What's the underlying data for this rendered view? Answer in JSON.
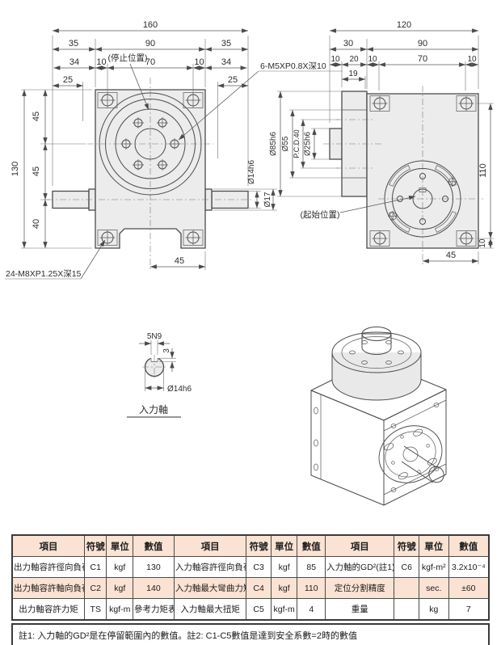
{
  "front_view": {
    "dims": {
      "d160": "160",
      "d35l": "35",
      "d90": "90",
      "d35r": "35",
      "d34l": "34",
      "d10l": "10",
      "d70": "70",
      "d10r": "10",
      "d34r": "34",
      "d25l": "25",
      "d25r": "25",
      "d130": "130",
      "d45a": "45",
      "d45b": "45",
      "d40": "40",
      "d45bot": "45",
      "dia14": "Ø14h6",
      "dia17": "Ø17"
    },
    "labels": {
      "stop": "(停止位置)",
      "tap6": "6-M5XP0.8X深10",
      "tap24": "24-M8XP1.25X深15"
    }
  },
  "side_view": {
    "dims": {
      "d120": "120",
      "d30": "30",
      "d90": "90",
      "d10a": "10",
      "d20": "20",
      "d10b": "10",
      "d70": "70",
      "d10c": "10",
      "d19": "19",
      "dia85": "Ø85h6",
      "dia55": "Ø55",
      "pcd40": "P.C.D.40",
      "dia25": "Ø25h6",
      "d110": "110",
      "d10r": "10",
      "d45": "45"
    },
    "labels": {
      "start": "(起始位置)"
    }
  },
  "detail_view": {
    "key": "5N9",
    "depth": "3",
    "dia": "Ø14h6",
    "title": "入力軸"
  },
  "table": {
    "headers": [
      "項目",
      "符號",
      "單位",
      "數值"
    ],
    "rows": [
      [
        "出力軸容許徑向負荷",
        "C1",
        "kgf",
        "130",
        "入力軸容許徑向負荷",
        "C3",
        "kgf",
        "85",
        "入力軸的GD²(註1)",
        "C6",
        "kgf-m²",
        "3.2x10⁻⁴"
      ],
      [
        "出力軸容許軸向負荷",
        "C2",
        "kgf",
        "140",
        "入力軸最大彎曲力矩",
        "C4",
        "kgf",
        "110",
        "定位分割精度",
        "",
        "sec.",
        "±60"
      ],
      [
        "出力軸容許力矩",
        "TS",
        "kgf-m",
        "參考力矩表",
        "入力軸最大扭矩",
        "C5",
        "kgf-m",
        "4",
        "重量",
        "",
        "kg",
        "7"
      ]
    ],
    "note": "註1: 入力軸的GD²是在停留範圍內的數值。註2: C1-C5數值是達到安全系數=2時的數值"
  }
}
